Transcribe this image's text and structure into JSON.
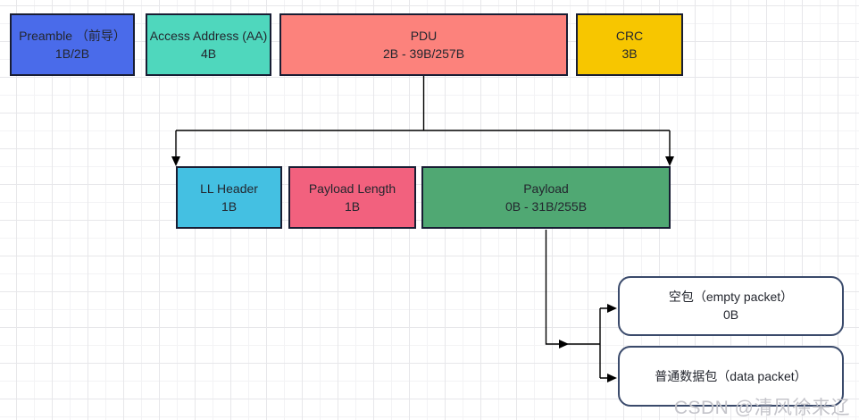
{
  "canvas": {
    "background": "#ffffff",
    "grid_minor_color": "#f3f3f5",
    "grid_major_color": "#e7e7ea",
    "box_border_color": "#181d33",
    "rounded_border_color": "#3a4a6b",
    "connector_color": "#000000"
  },
  "boxes": {
    "preamble": {
      "label": "Preamble （前导）",
      "size": "1B/2B",
      "fill": "#4a6bea"
    },
    "access_address": {
      "label": "Access Address (AA)",
      "size": "4B",
      "fill": "#4fd7bd"
    },
    "pdu": {
      "label": "PDU",
      "size": "2B - 39B/257B",
      "fill": "#fc827c"
    },
    "crc": {
      "label": "CRC",
      "size": "3B",
      "fill": "#f7c600"
    },
    "ll_header": {
      "label": "LL Header",
      "size": "1B",
      "fill": "#44c0e2"
    },
    "payload_length": {
      "label": "Payload Length",
      "size": "1B",
      "fill": "#f2617e"
    },
    "payload": {
      "label": "Payload",
      "size": "0B - 31B/255B",
      "fill": "#50a873"
    },
    "empty_packet": {
      "label": "空包（empty packet）",
      "size": "0B",
      "fill": "#ffffff"
    },
    "data_packet": {
      "label": "普通数据包（data packet）",
      "fill": "#ffffff"
    }
  },
  "watermark": {
    "text": "CSDN @清风徐来辽",
    "color": "#c4c4ca"
  }
}
